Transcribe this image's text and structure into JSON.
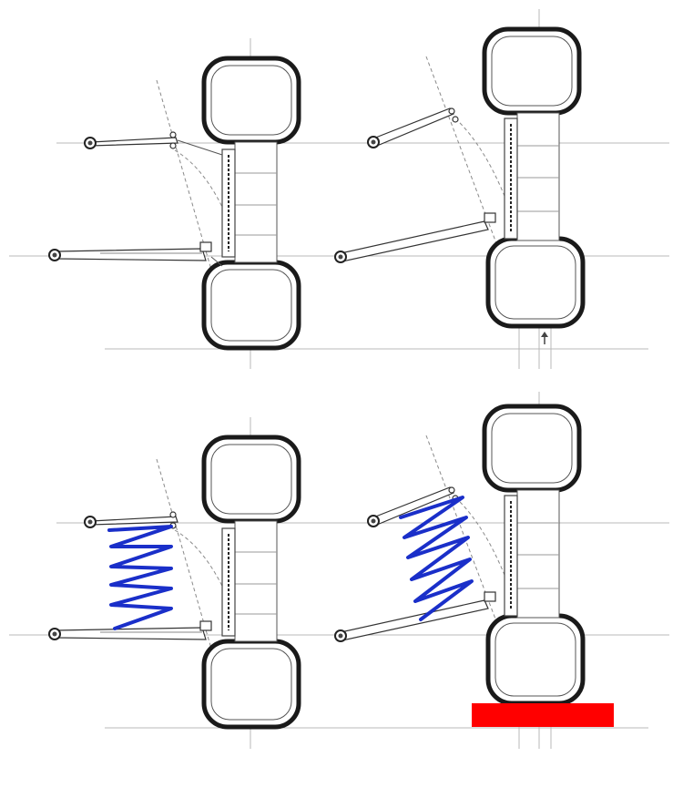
{
  "colors": {
    "spring": "#1a2fc9",
    "bump_block": "#ff0000",
    "tire": "#1a1a1a",
    "reference_lines": "#b8b8b8"
  },
  "panels": [
    {
      "name": "static-no-spring",
      "has_spring": false,
      "has_bump": false,
      "state": "static"
    },
    {
      "name": "bump-no-spring",
      "has_spring": false,
      "has_bump": false,
      "state": "bump"
    },
    {
      "name": "static-with-spring",
      "has_spring": true,
      "has_bump": false,
      "state": "static"
    },
    {
      "name": "bump-with-spring",
      "has_spring": true,
      "has_bump": true,
      "state": "bump"
    }
  ]
}
